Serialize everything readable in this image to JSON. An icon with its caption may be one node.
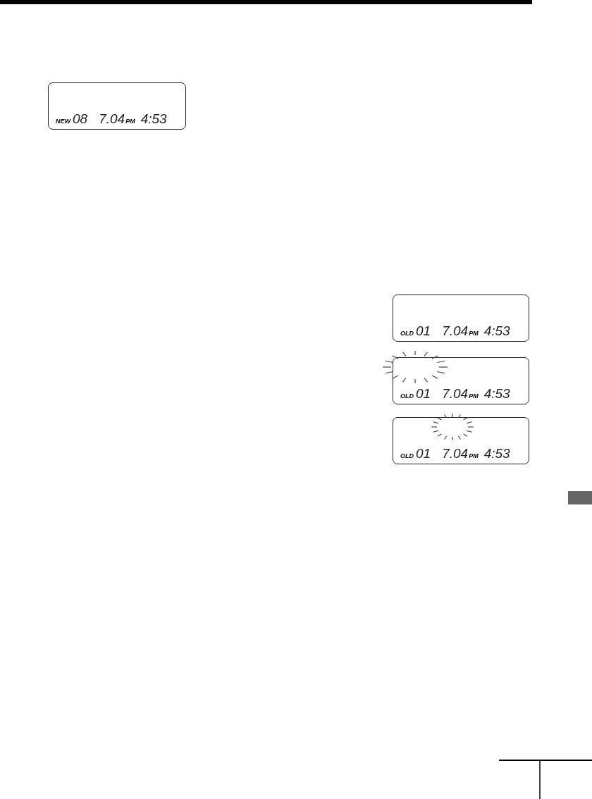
{
  "diagram": {
    "nodes": [
      {
        "text": [
          "NEW",
          "08",
          "7.04",
          "PM",
          "4:53"
        ]
      },
      {
        "text": [
          "OLD",
          "01",
          "7.04",
          "PM",
          "4:53"
        ]
      },
      {
        "text": [
          "OLD",
          "01",
          "7.04",
          "PM",
          "4:53"
        ]
      },
      {
        "text": [
          "OLD",
          "01",
          "7.04",
          "PM",
          "4:53"
        ]
      }
    ]
  }
}
